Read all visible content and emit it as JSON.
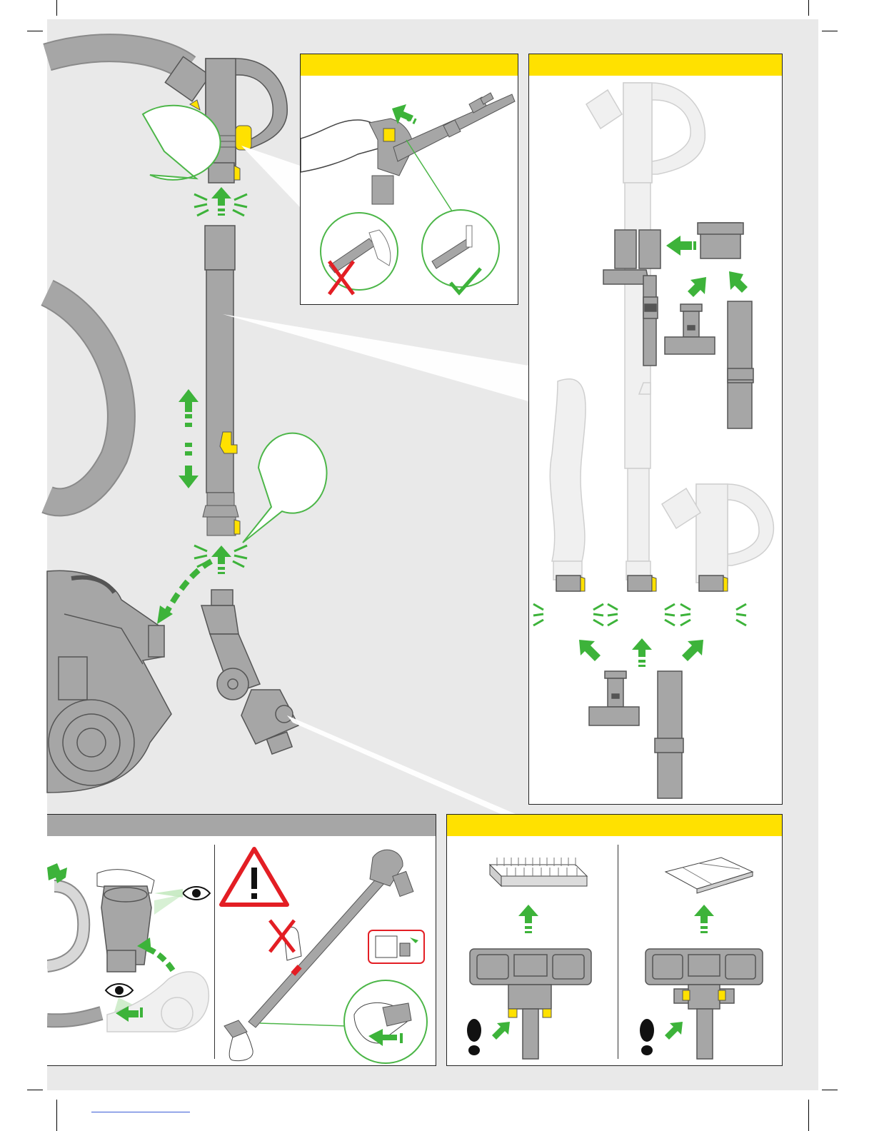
{
  "document": {
    "panels": [
      {
        "id": "connect-wand-check",
        "header_color": "#ffe100"
      },
      {
        "id": "tools-attach",
        "header_color": "#ffe100"
      },
      {
        "id": "emptying-bin",
        "header_color": "#a6a6a6"
      },
      {
        "id": "floor-tool-modes",
        "header_color": "#ffe100"
      }
    ],
    "icons": [
      "check-icon",
      "cross-icon",
      "warning-icon",
      "eye-icon",
      "foot-icon",
      "plug-icon",
      "arrow-icon"
    ],
    "colors": {
      "accent_yellow": "#ffe100",
      "arrow_green": "#3db33a",
      "callout_green": "#4cb648",
      "cross_red": "#e31e24",
      "part_grey": "#a6a6a6",
      "page_grey": "#e9e9e9"
    }
  }
}
